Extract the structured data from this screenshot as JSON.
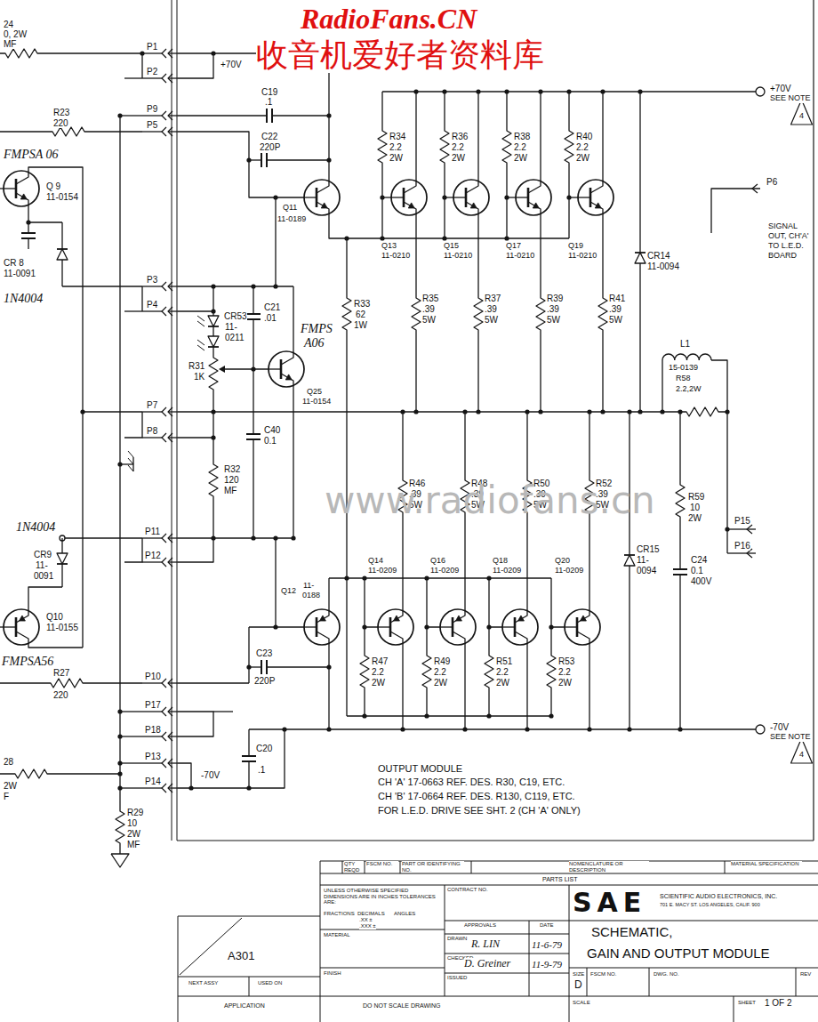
{
  "diagram": {
    "labels": [
      "RadioFans.CN",
      "收音机爱好者资料库",
      "24",
      "0, 2W",
      "MF",
      "P1",
      "P2",
      "+70V",
      "P9",
      "C19",
      ".1",
      "R23",
      "220",
      "P5",
      "FMPSA 06",
      "Q 9",
      "11-0154",
      "CR 8",
      "11-0091",
      "1N4004",
      "C22",
      "220P",
      "Q11",
      "11-0189",
      "R34",
      "2.2",
      "2W",
      "R36",
      "2.2",
      "2W",
      "R38",
      "2.2",
      "2W",
      "R40",
      "2.2",
      "2W",
      "Q13",
      "11-0210",
      "Q15",
      "11-0210",
      "Q17",
      "11-0210",
      "Q19",
      "11-0210",
      "R33",
      "62",
      "1W",
      "R35",
      ".39",
      "5W",
      "R37",
      ".39",
      "5W",
      "R39",
      ".39",
      "5W",
      "R41",
      ".39",
      "5W",
      "+70V",
      "SEE NOTE",
      "4",
      "P6",
      "SIGNAL",
      "OUT, CH'A'",
      "TO L.E.D.",
      "BOARD",
      "CR14",
      "11-0094",
      "L1",
      "15-0139",
      "R58",
      "2.2,2W",
      "P3",
      "P4",
      "C21",
      ".01",
      "CR53",
      "11-",
      "0211",
      "R31",
      "1K",
      "FMPS",
      "A06",
      "Q25",
      "11-0154",
      "C40",
      "0.1",
      "P7",
      "P8",
      "R32",
      "120",
      "MF",
      "1N4004",
      "P11",
      "P12",
      "CR9",
      "11-",
      "0091",
      "Q10",
      "11-0155",
      "FMPSA56",
      "R27",
      "220",
      "P10",
      "R46",
      ".39",
      "5W",
      "R48",
      ".39",
      "5W",
      "R50",
      ".39",
      "5W",
      "R52",
      ".39",
      "5W",
      "R59",
      "10",
      "2W",
      "CR15",
      "11-",
      "0094",
      "C24",
      "0.1",
      "400V",
      "P15",
      "P16",
      "Q12",
      "11-",
      "0188",
      "C23",
      "220P",
      "Q14",
      "11-0209",
      "Q16",
      "11-0209",
      "Q18",
      "11-0209",
      "Q20",
      "11-0209",
      "R47",
      "2.2",
      "2W",
      "R49",
      "2.2",
      "2W",
      "R51",
      "2.2",
      "2W",
      "R53",
      "2.2",
      "2W",
      "-70V",
      "SEE NOTE",
      "4",
      "P17",
      "P18",
      "P13",
      "P14",
      "-70V",
      "C20",
      ".1",
      "28",
      "2W",
      "F",
      "R29",
      "10",
      "2W",
      "MF",
      "OUTPUT MODULE",
      "CH 'A' 17-0663 REF. DES. R30, C19, ETC.",
      "CH 'B' 17-0664 REF. DES. R130, C119, ETC.",
      "FOR L.E.D. DRIVE SEE SHT. 2 (CH 'A' ONLY)",
      "www.radiofans.cn",
      "QTY REQD",
      "FSCM NO.",
      "PART OR IDENTIFYING NO.",
      "NOMENCLATURE OR DESCRIPTION",
      "MATERIAL SPECIFICATION",
      "PARTS LIST",
      "UNLESS OTHERWISE SPECIFIED DIMENSIONS ARE IN INCHES TOLERANCES ARE:",
      "FRACTIONS",
      "DECIMALS",
      "ANGLES",
      ".XX ±",
      ".XXX ±",
      "CONTRACT NO.",
      "APPROVALS",
      "DATE",
      "DRAWN",
      "R. LIN",
      "11-6-79",
      "CHECKED",
      "D. Greiner",
      "11-9-79",
      "ISSUED",
      "MATERIAL",
      "FINISH",
      "A301",
      "NEXT ASSY",
      "USED ON",
      "APPLICATION",
      "DO NOT SCALE DRAWING",
      "SAE",
      "SCIENTIFIC AUDIO ELECTRONICS, INC.",
      "701 E. MACY ST. LOS ANGELES, CALIF. 900",
      "SCHEMATIC,",
      "GAIN AND OUTPUT MODULE",
      "SIZE",
      "D",
      "FSCM NO.",
      "DWG. NO.",
      "REV",
      "SCALE",
      "SHEET",
      "1 OF 2"
    ]
  }
}
